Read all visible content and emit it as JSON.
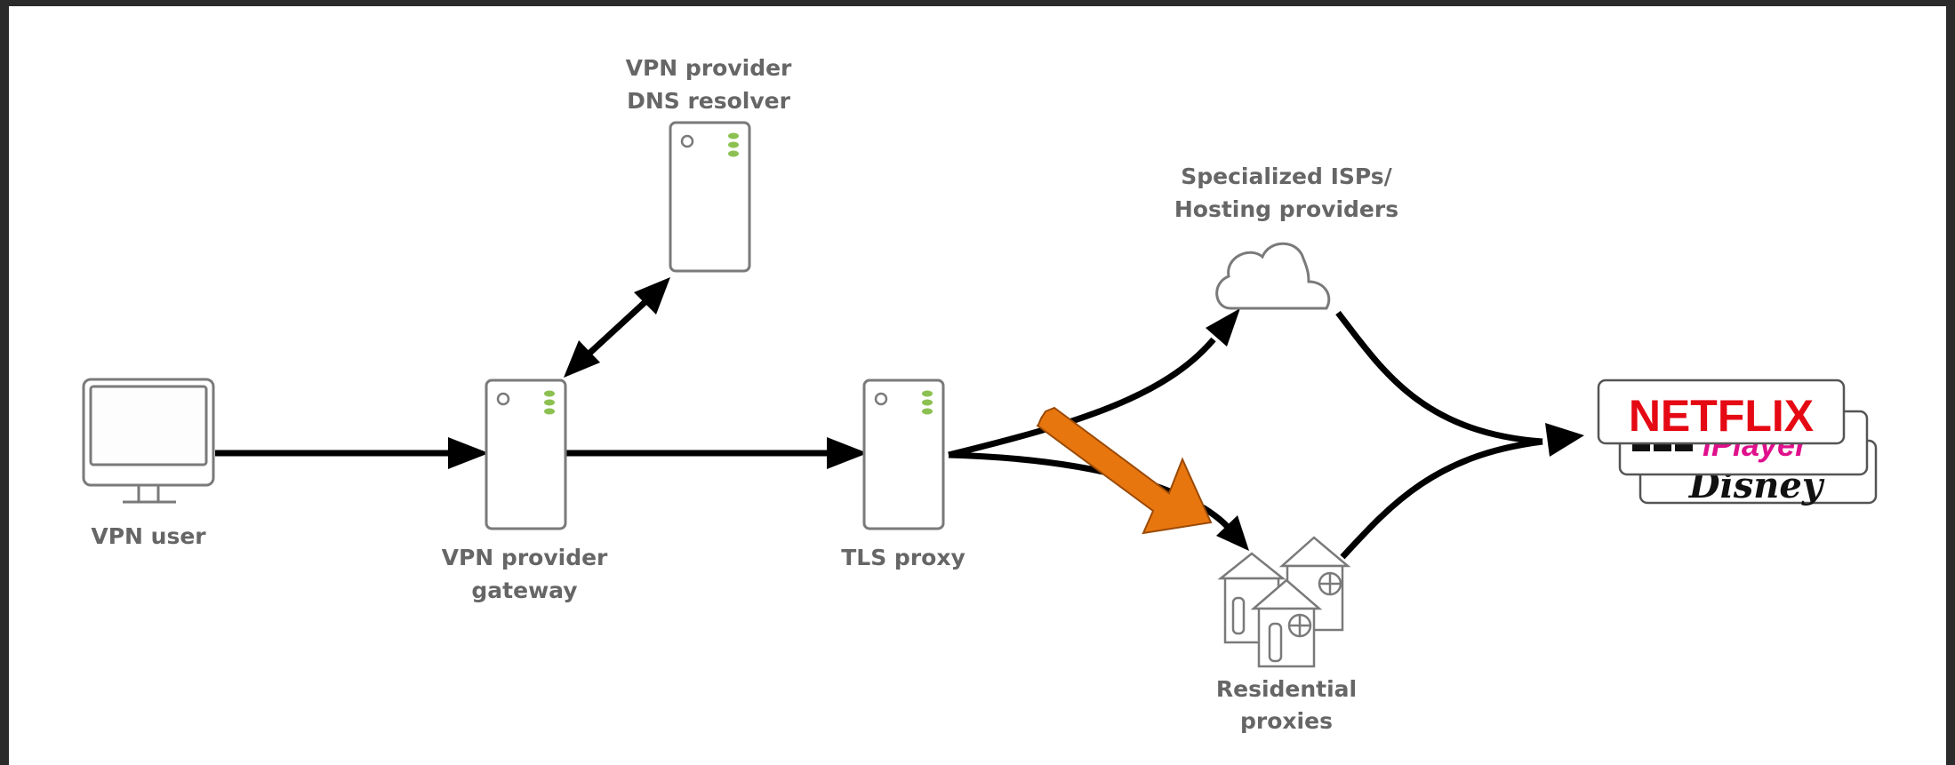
{
  "labels": {
    "vpn_user": "VPN user",
    "gateway_line1": "VPN provider",
    "gateway_line2": "gateway",
    "dns_line1": "VPN provider",
    "dns_line2": "DNS resolver",
    "tls_proxy": "TLS proxy",
    "isp_line1": "Specialized ISPs/",
    "isp_line2": "Hosting providers",
    "residential_line1": "Residential",
    "residential_line2": "proxies"
  },
  "logos": {
    "netflix": "NETFLIX",
    "iplayer": "iPlayer",
    "disney": "Disney"
  },
  "colors": {
    "arrow": "#000000",
    "highlight_arrow": "#e8760f",
    "device_stroke": "#7a7a7a",
    "led": "#8cc152",
    "label": "#666666",
    "netflix": "#e50914",
    "iplayer": "#e0108c"
  },
  "icons": [
    "monitor-icon",
    "server-icon",
    "cloud-icon",
    "houses-icon"
  ]
}
